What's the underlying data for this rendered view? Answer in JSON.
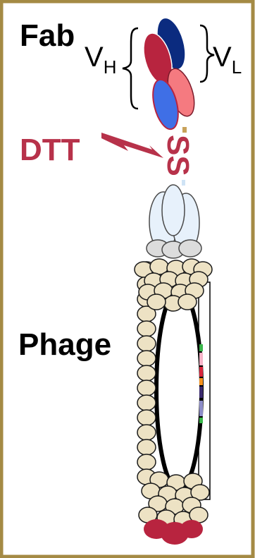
{
  "labels": {
    "fab": "Fab",
    "vh_main": "V",
    "vh_sub": "H",
    "vl_main": "V",
    "vl_sub": "L",
    "dtt": "DTT",
    "disulfide": "SS",
    "phage": "Phage"
  },
  "colors": {
    "border": "#a48a44",
    "dtt": "#b7324a",
    "vh_domain": "#b8243f",
    "vl_domain": "#0b2b7f",
    "ch1_domain": "#3f6fe6",
    "cl_domain": "#f57a80",
    "capsid": "#ede2c4",
    "tip_protein": "#e7f1fb",
    "tail_cap": "#b8243f"
  },
  "icons": [
    "lightning-bolt-icon"
  ]
}
